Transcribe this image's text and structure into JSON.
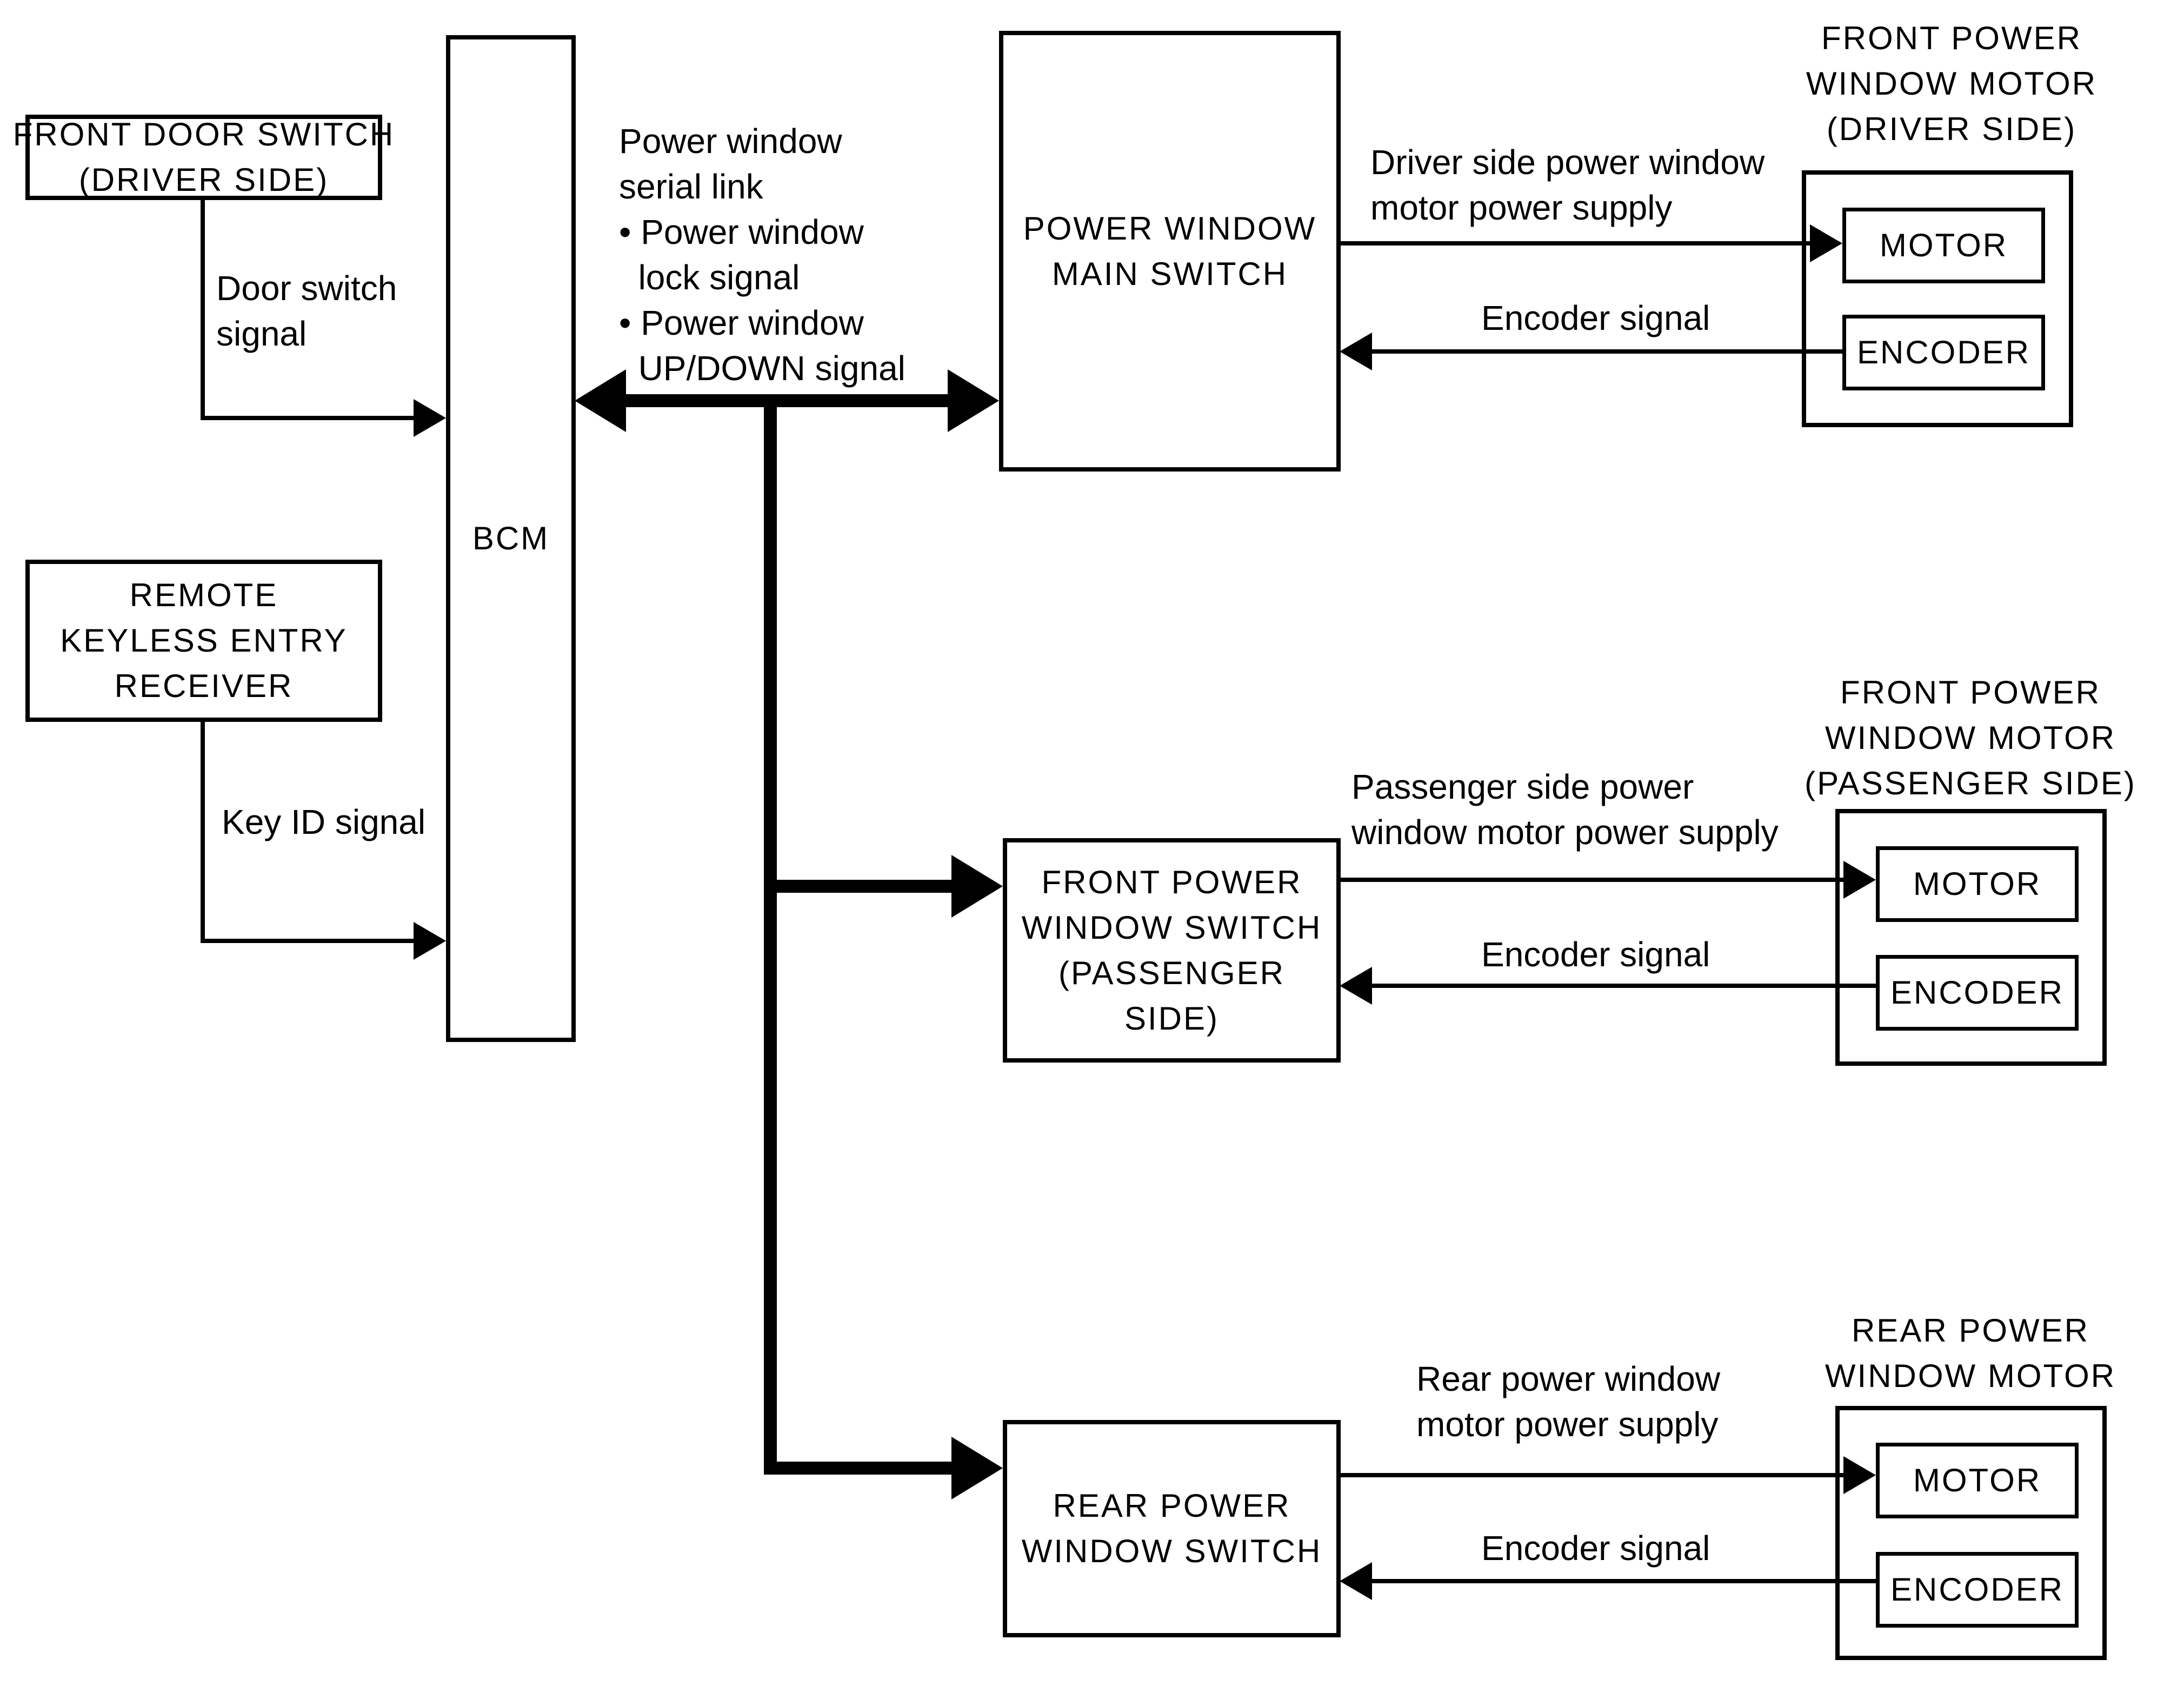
{
  "diagram": {
    "colors": {
      "line": "#000000",
      "background": "#ffffff"
    },
    "boxes": {
      "front_door_switch": {
        "label": "FRONT DOOR SWITCH\n(DRIVER SIDE)"
      },
      "remote_keyless_receiver": {
        "label": "REMOTE\nKEYLESS ENTRY\nRECEIVER"
      },
      "bcm": {
        "label": "BCM"
      },
      "power_window_main_switch": {
        "label": "POWER WINDOW\nMAIN SWITCH"
      },
      "front_power_window_switch_passenger": {
        "label": "FRONT POWER\nWINDOW SWITCH\n(PASSENGER\nSIDE)"
      },
      "rear_power_window_switch": {
        "label": "REAR POWER\nWINDOW SWITCH"
      }
    },
    "motor_assemblies": {
      "driver": {
        "heading": "FRONT POWER\nWINDOW MOTOR\n(DRIVER SIDE)",
        "motor": "MOTOR",
        "encoder": "ENCODER"
      },
      "passenger": {
        "heading": "FRONT POWER\nWINDOW MOTOR\n(PASSENGER SIDE)",
        "motor": "MOTOR",
        "encoder": "ENCODER"
      },
      "rear": {
        "heading": "REAR POWER\nWINDOW MOTOR",
        "motor": "MOTOR",
        "encoder": "ENCODER"
      }
    },
    "signals": {
      "door_switch": {
        "label": "Door switch\nsignal"
      },
      "key_id": {
        "label": "Key ID signal"
      },
      "serial_link": {
        "label": "Power window\nserial link\n• Power window\n  lock signal\n• Power window\n  UP/DOWN signal"
      },
      "driver_supply": {
        "label": "Driver side power window\nmotor power supply"
      },
      "driver_encoder": {
        "label": "Encoder signal"
      },
      "passenger_supply": {
        "label": "Passenger side power\nwindow motor power supply"
      },
      "passenger_encoder": {
        "label": "Encoder signal"
      },
      "rear_supply": {
        "label": "Rear power window\nmotor power supply"
      },
      "rear_encoder": {
        "label": "Encoder signal"
      }
    }
  }
}
